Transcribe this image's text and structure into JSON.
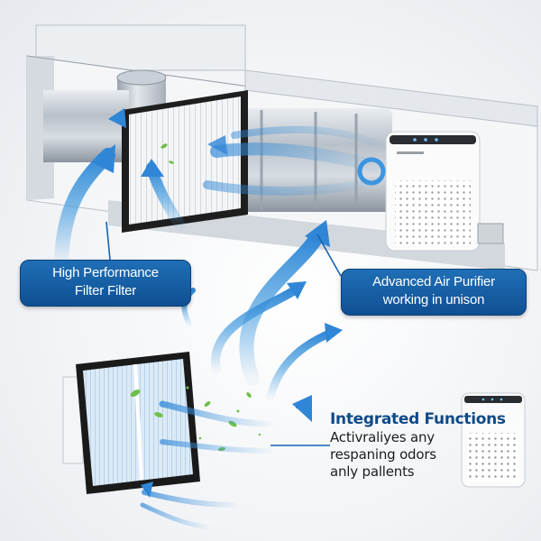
{
  "labels": {
    "filter": {
      "line1": "High Performance",
      "line2": "Filter Filter"
    },
    "purifier": {
      "line1": "Advanced Air Purifier",
      "line2": "working in unison"
    }
  },
  "integrated": {
    "title": "Integrated Functions",
    "lines": [
      "Activraliyes any",
      "respaning odors",
      "anly pallents"
    ]
  },
  "colors": {
    "accent_blue": "#1565b0",
    "arrow_blue": "#4a9fe0",
    "duct_metal": "#c8ced6",
    "filter_frame": "#222222",
    "leaf_green": "#6fbf4a"
  }
}
